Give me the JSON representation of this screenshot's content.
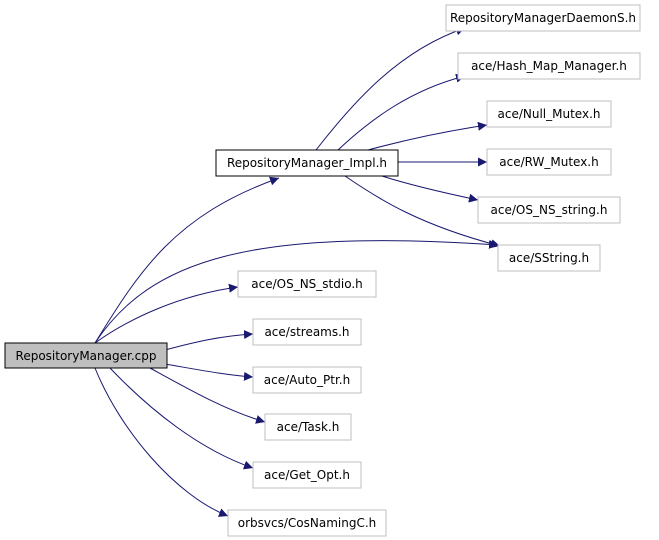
{
  "diagram": {
    "colors": {
      "edge": "#191970",
      "root_fill": "#bfbfbf",
      "root_border": "#000000",
      "impl_fill": "#ffffff",
      "impl_border": "#000000",
      "leaf_fill": "#ffffff",
      "leaf_border": "#bfbfbf"
    },
    "nodes": {
      "root": "RepositoryManager.cpp",
      "impl": "RepositoryManager_Impl.h",
      "daemon": "RepositoryManagerDaemonS.h",
      "hashmap": "ace/Hash_Map_Manager.h",
      "nullmutex": "ace/Null_Mutex.h",
      "rwmutex": "ace/RW_Mutex.h",
      "osnsstring": "ace/OS_NS_string.h",
      "sstring": "ace/SString.h",
      "osnsstdio": "ace/OS_NS_stdio.h",
      "streams": "ace/streams.h",
      "autoptr": "ace/Auto_Ptr.h",
      "task": "ace/Task.h",
      "getopt": "ace/Get_Opt.h",
      "cosnaming": "orbsvcs/CosNamingC.h"
    },
    "edges": [
      {
        "from": "root",
        "to": "impl"
      },
      {
        "from": "root",
        "to": "sstring"
      },
      {
        "from": "root",
        "to": "osnsstdio"
      },
      {
        "from": "root",
        "to": "streams"
      },
      {
        "from": "root",
        "to": "autoptr"
      },
      {
        "from": "root",
        "to": "task"
      },
      {
        "from": "root",
        "to": "getopt"
      },
      {
        "from": "root",
        "to": "cosnaming"
      },
      {
        "from": "impl",
        "to": "daemon"
      },
      {
        "from": "impl",
        "to": "hashmap"
      },
      {
        "from": "impl",
        "to": "nullmutex"
      },
      {
        "from": "impl",
        "to": "rwmutex"
      },
      {
        "from": "impl",
        "to": "osnsstring"
      },
      {
        "from": "impl",
        "to": "sstring"
      }
    ]
  }
}
